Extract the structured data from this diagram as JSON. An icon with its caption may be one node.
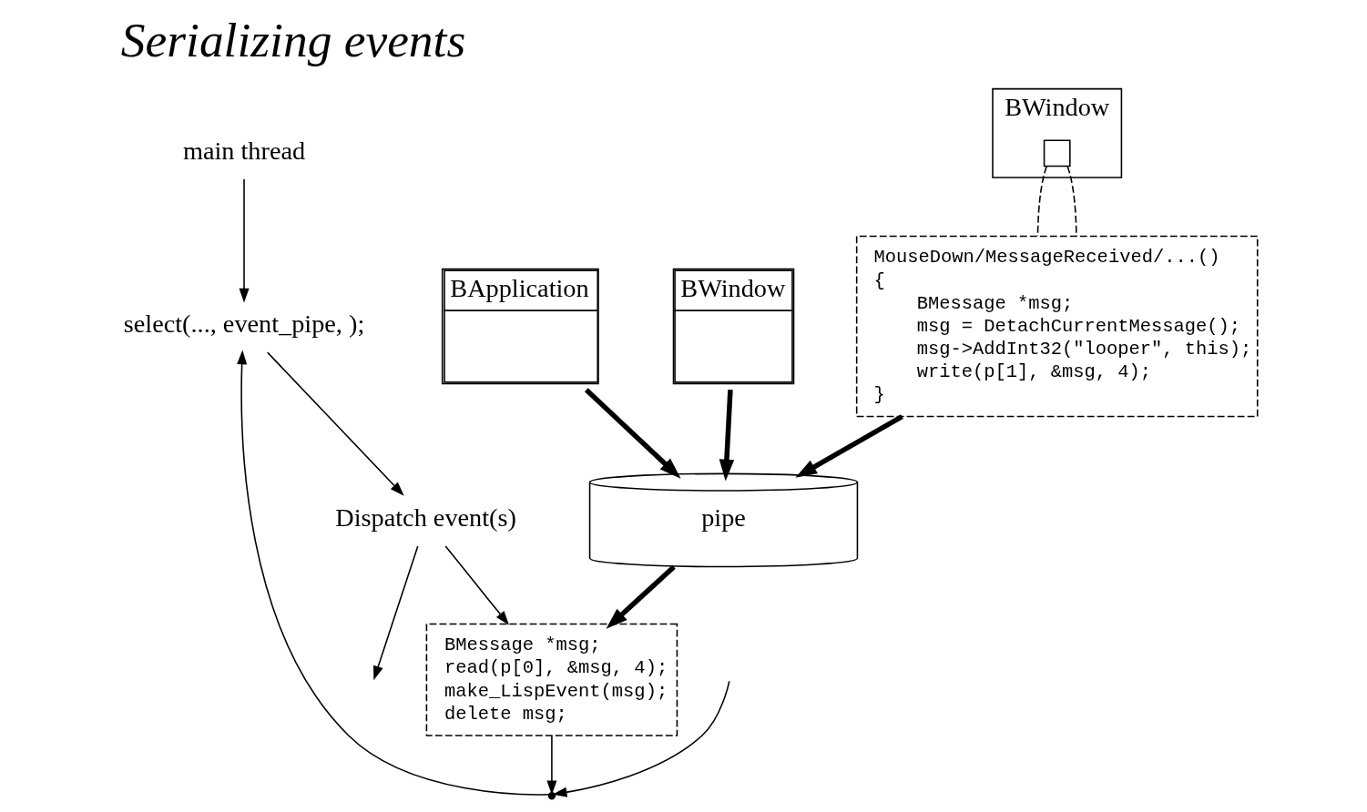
{
  "diagram": {
    "title": "Serializing events",
    "nodes": [
      {
        "text": [
          "main thread"
        ]
      },
      {
        "text": [
          "select(..., event_pipe, );"
        ]
      },
      {
        "text": [
          "Dispatch event(s)"
        ]
      },
      {
        "text": [
          "BMessage *msg;",
          "read(p[0], &msg, 4);",
          "make_LispEvent(msg);",
          "delete msg;"
        ]
      },
      {
        "text": [
          "pipe"
        ]
      },
      {
        "text": [
          "BApplication"
        ]
      },
      {
        "text": [
          "BWindow"
        ]
      },
      {
        "text": [
          "BWindow"
        ]
      },
      {
        "text": [],
        "shape": "box",
        "in": 7
      },
      {
        "text": [
          "MouseDown/MessageReceived/...()",
          "{",
          "BMessage *msg;",
          "msg = DetachCurrentMessage();",
          "msg->AddInt32(\"looper\", this);",
          "write(p[1], &msg, 4);",
          "}"
        ]
      },
      {
        "text": [],
        "shape": "point"
      }
    ],
    "edges": [
      {
        "from": 0,
        "to": 1,
        "arrow": "to"
      },
      {
        "from": 1,
        "to": 2,
        "arrow": "to"
      },
      {
        "from": 2,
        "to": null,
        "arrow": "to"
      },
      {
        "from": 2,
        "to": 3,
        "arrow": "to"
      },
      {
        "from": null,
        "to": 10,
        "arrow": "to"
      },
      {
        "from": 3,
        "to": 10,
        "arrow": "to"
      },
      {
        "from": 10,
        "to": 1,
        "arrow": "to"
      },
      {
        "from": 4,
        "to": 3,
        "arrow": "to",
        "style": "thick"
      },
      {
        "from": 5,
        "to": 4,
        "arrow": "to",
        "style": "thick"
      },
      {
        "from": 6,
        "to": 4,
        "arrow": "to",
        "style": "thick"
      },
      {
        "from": 9,
        "to": 4,
        "arrow": "to",
        "style": "thick"
      },
      {
        "from": 8,
        "to": 9,
        "arrow": "none",
        "style": "dashed"
      },
      {
        "from": 8,
        "to": 9,
        "arrow": "none",
        "style": "dashed"
      }
    ]
  }
}
